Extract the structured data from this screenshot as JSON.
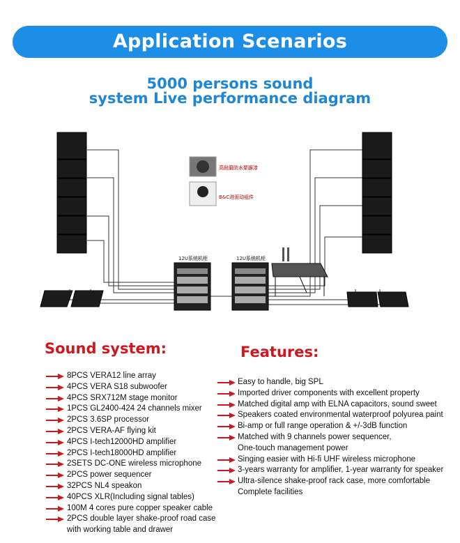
{
  "banner": {
    "title": "Application Scenarios"
  },
  "subtitle": {
    "line1": "5000 persons sound",
    "line2": "system Live performance diagram"
  },
  "diagram": {
    "rack_left_label": "12U系统机柜",
    "rack_right_label": "12U系统机柜",
    "callout_top": "高耐磨防水聚脲漆",
    "callout_bottom": "B&C进驱动组件"
  },
  "sound_system": {
    "title": "Sound system:",
    "items": [
      "8PCS VERA12 line array",
      "4PCS VERA S18 subwoofer",
      "4PCS SRX712M stage monitor",
      "1PCS GL2400-424 24 channels mixer",
      "2PCS 3.6SP processor",
      "2PCS VERA-AF flying kit",
      "4PCS I-tech12000HD amplifier",
      "2PCS I-tech18000HD amplifier",
      "2SETS DC-ONE wireless microphone",
      "2PCS power sequencer",
      "32PCS NL4 speakon",
      "40PCS XLR(Including signal tables)",
      "100M 4 cores pure copper speaker cable",
      "2PCS double layer shake-proof road case",
      "with working table and drawer"
    ]
  },
  "features": {
    "title": "Features:",
    "items": [
      "Easy to handle, big SPL",
      "Imported driver components with excellent property",
      "Matched digital amp with ELNA capacitors, sound sweet",
      "Speakers coated environmental waterproof polyurea paint",
      "Bi-amp or full range operation & +/-3dB function",
      "Matched with 9 channels power sequencer,",
      "One-touch management power",
      "Singing easier with Hi-fi UHF wireless microphone",
      "3-years warranty for amplifier, 1-year warranty for speaker",
      "Ultra-silence shake-proof rack case, more comfortable",
      "Complete facilities"
    ]
  },
  "colors": {
    "banner": "#1d8ee8",
    "subtitle": "#1f86d6",
    "section_title": "#d0171f",
    "arrow": "#d0171f"
  }
}
